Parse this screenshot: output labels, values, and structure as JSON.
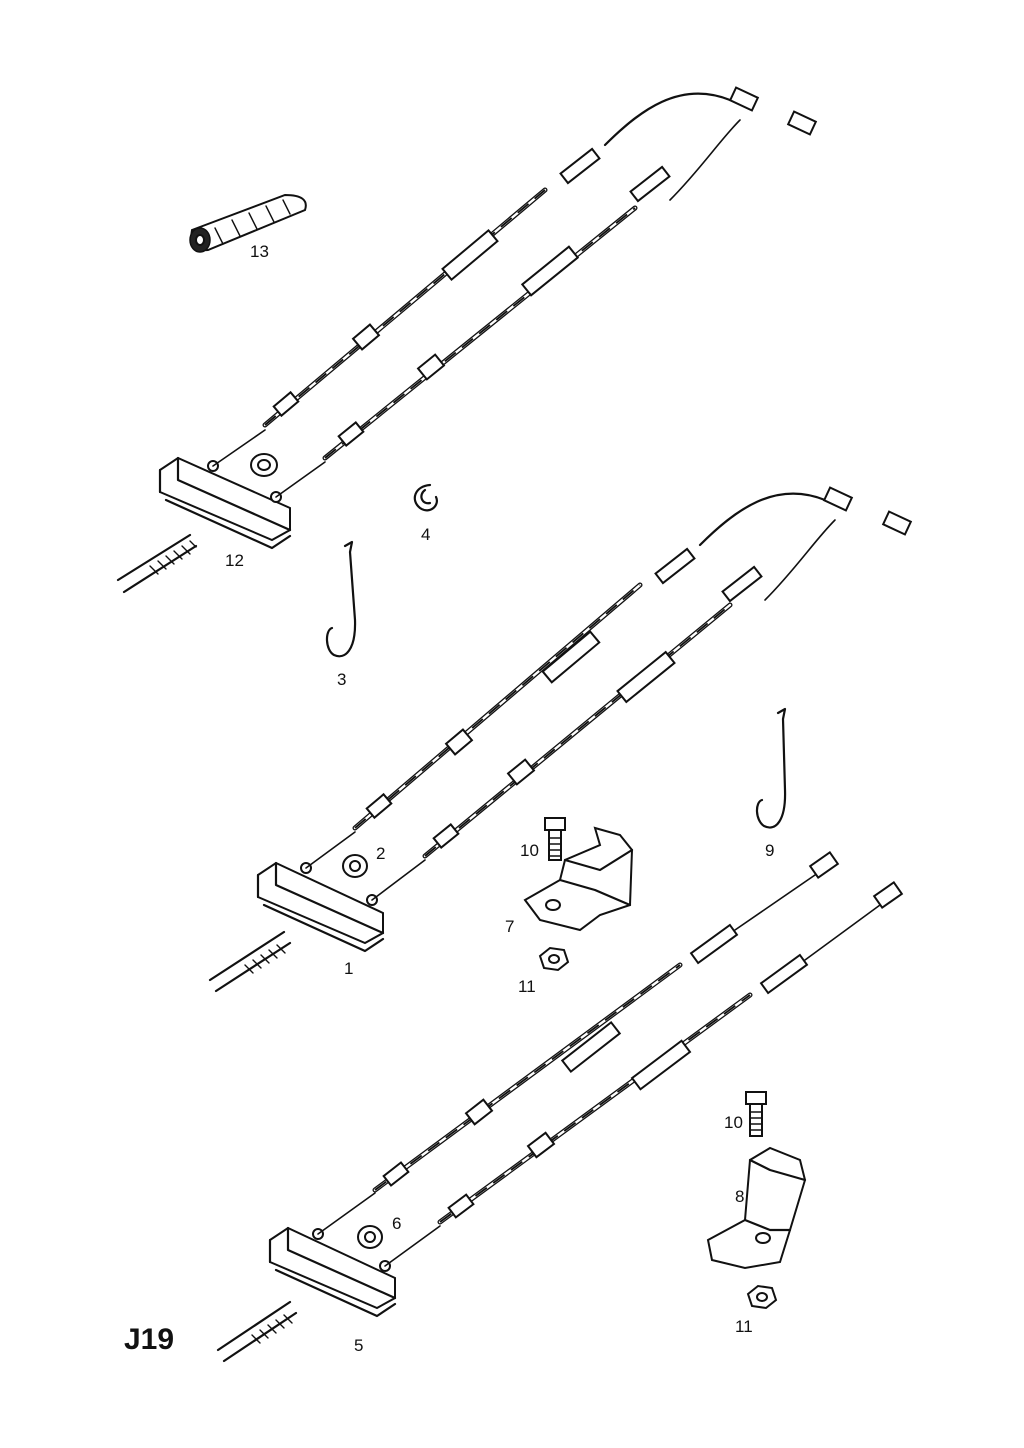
{
  "diagram": {
    "code": "J19",
    "callouts": {
      "c1": "1",
      "c2": "2",
      "c3": "3",
      "c4": "4",
      "c5": "5",
      "c6": "6",
      "c7": "7",
      "c8": "8",
      "c9": "9",
      "c10a": "10",
      "c10b": "10",
      "c11a": "11",
      "c11b": "11",
      "c12": "12",
      "c13": "13"
    }
  }
}
